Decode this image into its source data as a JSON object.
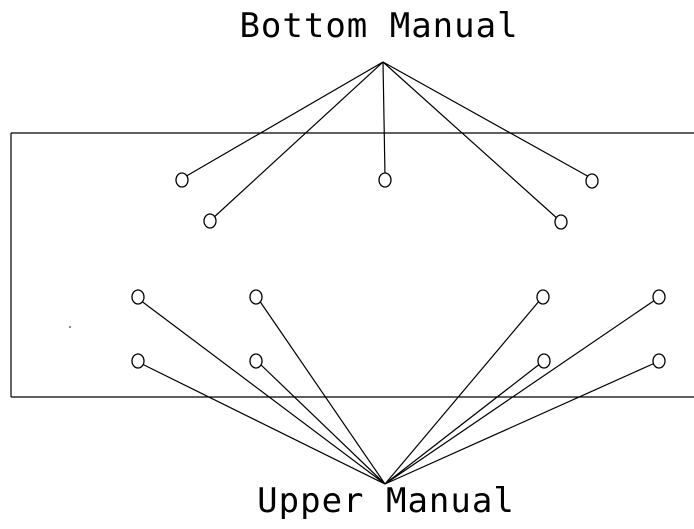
{
  "diagram": {
    "top_label": "Bottom Manual",
    "bottom_label": "Upper Manual",
    "colors": {
      "line": "#000000",
      "background": "#ffffff"
    },
    "groups": {
      "bottom_manual_nodes": 5,
      "upper_manual_nodes": 8
    }
  }
}
